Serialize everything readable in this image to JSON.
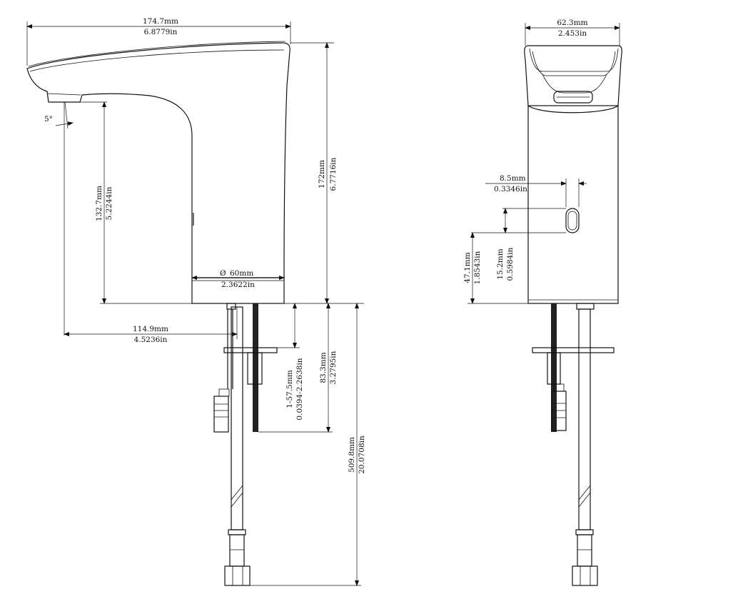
{
  "side_view": {
    "overall_length": {
      "mm": "174.7mm",
      "in": "6.8779in"
    },
    "overall_height": {
      "mm": "172mm",
      "in": "6.7716in"
    },
    "spout_clearance": {
      "mm": "132.7mm",
      "in": "5.2244in"
    },
    "base_diameter": {
      "mm": "60mm",
      "in": "2.3622in"
    },
    "diameter_symbol": "Ø",
    "reach": {
      "mm": "114.9mm",
      "in": "4.5236in"
    },
    "shank_length": {
      "mm": "83.3mm",
      "in": "3.2795in"
    },
    "deck_thickness": {
      "mm": "1-57.5mm",
      "in": "0.0394-2.2638in"
    },
    "hose_length": {
      "mm": "509.8mm",
      "in": "20.0708in"
    },
    "outlet_angle": "5°"
  },
  "front_view": {
    "width": {
      "mm": "62.3mm",
      "in": "2.453in"
    },
    "sensor_width": {
      "mm": "8.5mm",
      "in": "0.3346in"
    },
    "sensor_height": {
      "mm": "15.2mm",
      "in": "0.5984in"
    },
    "sensor_position": {
      "mm": "47.1mm",
      "in": "1.8543in"
    }
  }
}
